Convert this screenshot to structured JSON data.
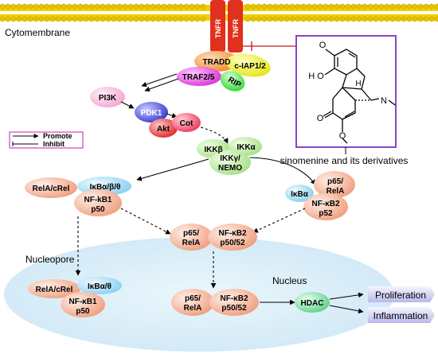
{
  "membrane": {
    "label": "Cytomembrane"
  },
  "receptor": {
    "left": "TNFR",
    "right": "TNFR"
  },
  "adaptors": {
    "tradd": "TRADD",
    "ciap": "c-IAP1/2",
    "traf": "TRAF2/5",
    "rip": "RIP"
  },
  "kinases": {
    "pi3k": "PI3K",
    "pdk1": "PDK1",
    "akt": "Akt",
    "cot": "Cot"
  },
  "ikk": {
    "beta": "IKKβ",
    "alpha": "IKKα",
    "gamma_l1": "IKKγ/",
    "gamma_l2": "NEMO"
  },
  "legend": {
    "promote": "Promote",
    "inhibit": "Inhibit"
  },
  "compound": {
    "caption": "sinomenine and its derivatives",
    "atom_o_top": "O",
    "atom_ho": "H O",
    "atom_h": "H",
    "atom_n": "N",
    "atom_o_ketone": "O",
    "atom_o_bottom": "O"
  },
  "left_complex": {
    "rela": "RelA/cRel",
    "ikb": "IκBα/β/θ",
    "nfkb1": "NF-kB1",
    "p50": "p50"
  },
  "right_complex": {
    "ikb": "IκBα",
    "p65": "p65/",
    "rela": "RelA",
    "nfkb2": "NF-κB2",
    "p52": "p52"
  },
  "mid_complex": {
    "p65": "p65/",
    "rela": "RelA",
    "nfkb2": "NF-κB2",
    "p5052": "p50/52"
  },
  "nucleopore": "Nucleopore",
  "nucleus": {
    "label": "Nucleus",
    "left_complex": {
      "rela": "RelA/cRel",
      "ikb": "IκBα/θ",
      "nfkb1": "NF-κB1",
      "p50": "p50"
    },
    "mid_complex": {
      "p65": "p65/",
      "rela": "RelA",
      "nfkb2": "NF-κB2",
      "p5052": "p50/52"
    },
    "hdac": "HDAC"
  },
  "outcomes": {
    "proliferation": "Proliferation",
    "inflammation": "Inflammation"
  },
  "colors": {
    "membrane_gold": "#d9b600",
    "receptor_red": "#e0301e",
    "tradd": "#f08a2a",
    "ciap": "#e6e61a",
    "traf": "#d838d8",
    "rip": "#3ad83a",
    "pi3k": "#f2b8d8",
    "pdk1": "#4a4ad8",
    "akt": "#e82a2a",
    "cot": "#f24a6a",
    "ikk": "#b8e89a",
    "nfkb": "#f2a88a",
    "ikb": "#9ad8f2",
    "hdac": "#7ad89a",
    "outcome": "#c8c8f0",
    "compound_border": "#8a44c8"
  }
}
